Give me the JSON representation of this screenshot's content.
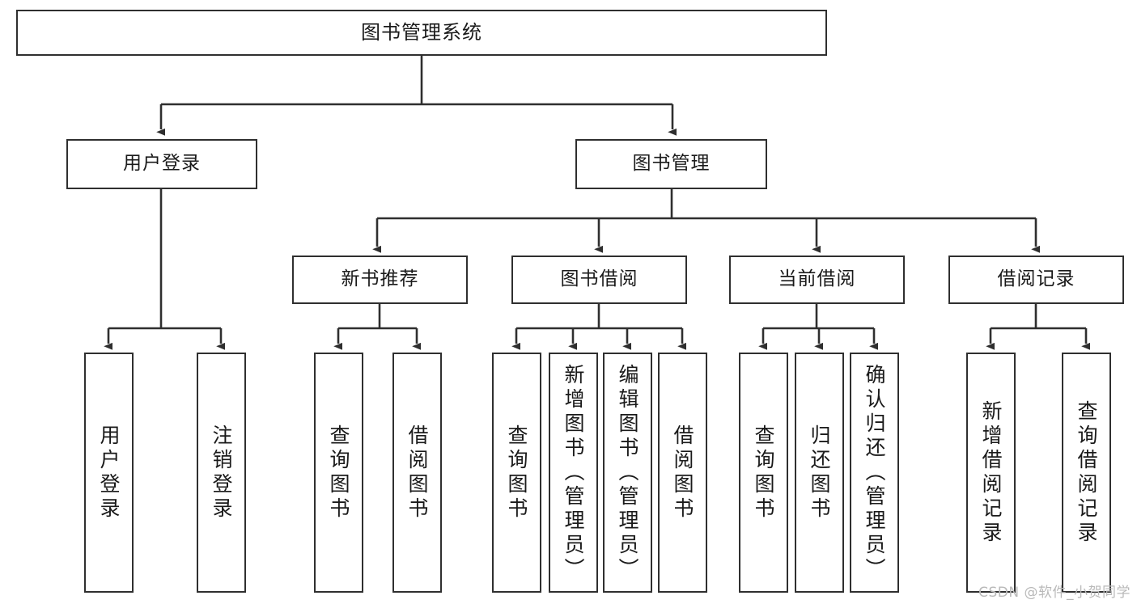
{
  "diagram": {
    "type": "hierarchy-tree",
    "title": "图书管理系统",
    "watermark": "CSDN @软件_小贺同学",
    "colors": {
      "stroke": "#2f2f2f",
      "fill": "#ffffff",
      "text": "#1a1a1a",
      "watermark": "#b9b9b9"
    },
    "nodes": {
      "root": {
        "label": "图书管理系统"
      },
      "level2": [
        {
          "label": "用户登录"
        },
        {
          "label": "图书管理"
        }
      ],
      "level3": [
        {
          "label": "新书推荐"
        },
        {
          "label": "图书借阅"
        },
        {
          "label": "当前借阅"
        },
        {
          "label": "借阅记录"
        }
      ],
      "leaves": {
        "user_login": [
          {
            "label": "用户登录"
          },
          {
            "label": "注销登录"
          }
        ],
        "new_book": [
          {
            "label": "查询图书"
          },
          {
            "label": "借阅图书"
          }
        ],
        "borrow": [
          {
            "label": "查询图书"
          },
          {
            "label": "新增图书（管理员）"
          },
          {
            "label": "编辑图书（管理员）"
          },
          {
            "label": "借阅图书"
          }
        ],
        "current": [
          {
            "label": "查询图书"
          },
          {
            "label": "归还图书"
          },
          {
            "label": "确认归还（管理员）"
          }
        ],
        "records": [
          {
            "label": "新增借阅记录"
          },
          {
            "label": "查询借阅记录"
          }
        ]
      }
    }
  }
}
